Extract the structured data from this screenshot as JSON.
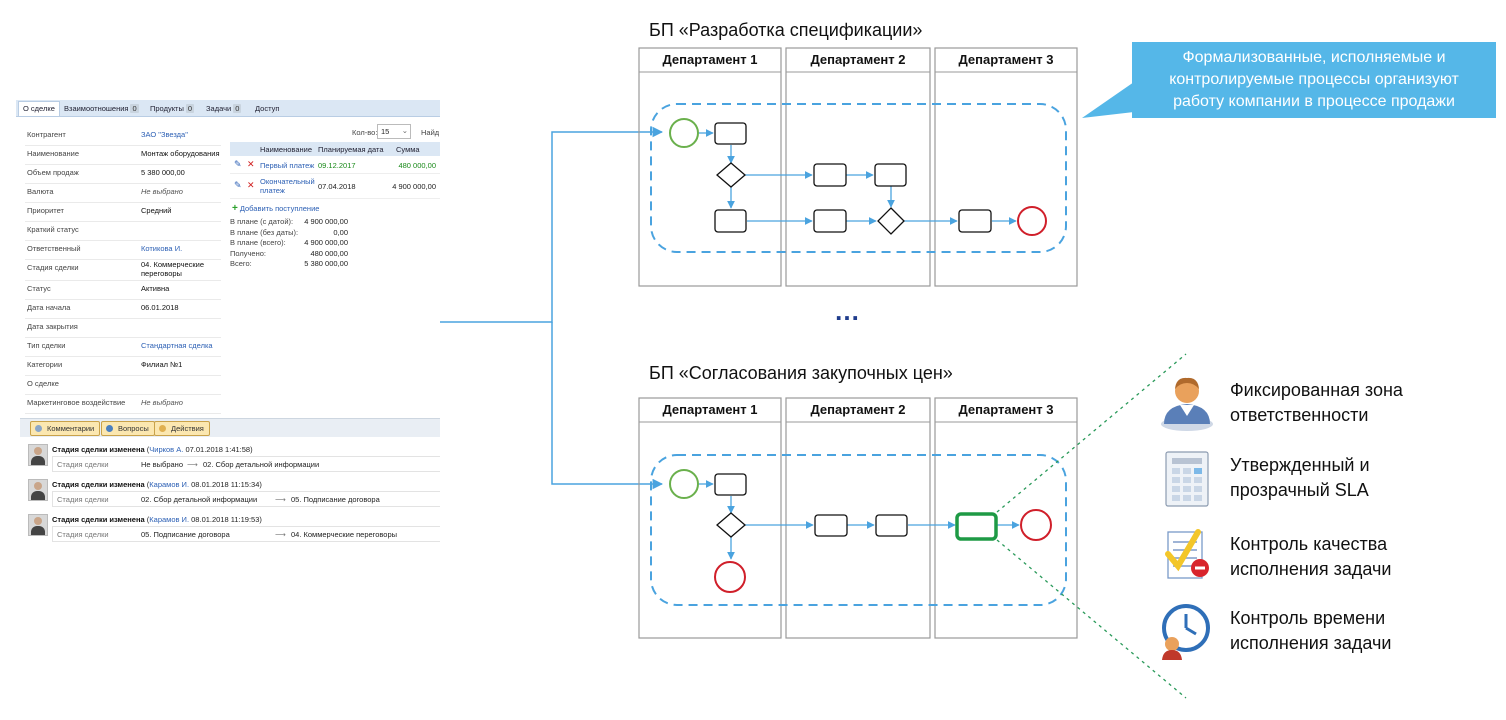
{
  "crm": {
    "tabs": [
      {
        "label": "О сделке",
        "count": ""
      },
      {
        "label": "Взаимоотношения",
        "count": "0"
      },
      {
        "label": "Продукты",
        "count": "0"
      },
      {
        "label": "Задачи",
        "count": "0"
      },
      {
        "label": "Доступ",
        "count": ""
      }
    ],
    "fields": [
      {
        "label": "Контрагент",
        "value": "ЗАО \"Звезда\"",
        "style": "link"
      },
      {
        "label": "Наименование",
        "value": "Монтаж оборудования",
        "style": "plain"
      },
      {
        "label": "Объем продаж",
        "value": "5 380 000,00",
        "style": "plain"
      },
      {
        "label": "Валюта",
        "value": "Не выбрано",
        "style": "muted"
      },
      {
        "label": "Приоритет",
        "value": "Средний",
        "style": "plain"
      },
      {
        "label": "Краткий статус",
        "value": "",
        "style": "plain"
      },
      {
        "label": "Ответственный",
        "value": "Котикова И.",
        "style": "link"
      },
      {
        "label": "Стадия сделки",
        "value": "04. Коммерческие\nпереговоры",
        "style": "plain"
      },
      {
        "label": "Статус",
        "value": "Активна",
        "style": "plain"
      },
      {
        "label": "Дата начала",
        "value": "06.01.2018",
        "style": "plain"
      },
      {
        "label": "Дата закрытия",
        "value": "",
        "style": "plain"
      },
      {
        "label": "Тип сделки",
        "value": "Стандартная сделка",
        "style": "link"
      },
      {
        "label": "Категории",
        "value": "Филиал №1",
        "style": "plain"
      },
      {
        "label": "О сделке",
        "value": "",
        "style": "plain"
      },
      {
        "label": "Маркетинговое воздействие",
        "value": "Не выбрано",
        "style": "muted"
      }
    ],
    "qty_label": "Кол-во:",
    "qty_value": "15",
    "find_label": "Найд",
    "payments": {
      "headers": [
        "Наименование",
        "Планируемая дата",
        "Сумма"
      ],
      "rows": [
        {
          "name": "Первый платеж",
          "date": "09.12.2017",
          "sum": "480 000,00",
          "highlight": true
        },
        {
          "name": "Окончательный\nплатеж",
          "date": "07.04.2018",
          "sum": "4 900 000,00",
          "highlight": false
        }
      ],
      "add_label": "Добавить поступление",
      "totals": [
        {
          "label": "В плане (с датой):",
          "value": "4 900 000,00"
        },
        {
          "label": "В плане (без даты):",
          "value": "0,00"
        },
        {
          "label": "В плане (всего):",
          "value": "4 900 000,00"
        },
        {
          "label": "Получено:",
          "value": "480 000,00"
        },
        {
          "label": "Всего:",
          "value": "5 380 000,00"
        }
      ]
    },
    "action_buttons": [
      "Комментарии",
      "Вопросы",
      "Действия"
    ],
    "history": [
      {
        "title": "Стадия сделки изменена",
        "who": "Чирков А.",
        "time": "07.01.2018 1:41:58",
        "field": "Стадия сделки",
        "from": "Не выбрано",
        "to": "02. Сбор детальной информации"
      },
      {
        "title": "Стадия сделки изменена",
        "who": "Карамов И.",
        "time": "08.01.2018 11:15:34",
        "field": "Стадия сделки",
        "from": "02. Сбор детальной информации",
        "to": "05. Подписание договора"
      },
      {
        "title": "Стадия сделки изменена",
        "who": "Карамов И.",
        "time": "08.01.2018 11:19:53",
        "field": "Стадия сделки",
        "from": "05. Подписание договора",
        "to": "04. Коммерческие переговоры"
      }
    ]
  },
  "processes": [
    {
      "title": "БП «Разработка спецификации»",
      "departments": [
        "Департамент 1",
        "Департамент 2",
        "Департамент 3"
      ]
    },
    {
      "title": "БП «Согласования закупочных цен»",
      "departments": [
        "Департамент 1",
        "Департамент 2",
        "Департамент 3"
      ]
    }
  ],
  "ellipsis": "…",
  "callout": {
    "lines": [
      "Формализованные, исполняемые и",
      "контролируемые процессы организуют",
      "работу компании в процессе продажи"
    ]
  },
  "legend": [
    {
      "icon": "person-icon",
      "lines": [
        "Фиксированная зона",
        "ответственности"
      ]
    },
    {
      "icon": "document-table-icon",
      "lines": [
        "Утвержденный и",
        "прозрачный SLA"
      ]
    },
    {
      "icon": "checklist-icon",
      "lines": [
        "Контроль качества",
        "исполнения задачи"
      ]
    },
    {
      "icon": "clock-person-icon",
      "lines": [
        "Контроль времени",
        "исполнения задачи"
      ]
    }
  ],
  "colors": {
    "start_event": "#6ab04c",
    "end_event": "#d01f2a",
    "flow": "#4aa3df",
    "highlight_task": "#1e9a45",
    "callout_bg": "#55b7e8",
    "zoom_lines": "#2a9a5a"
  }
}
